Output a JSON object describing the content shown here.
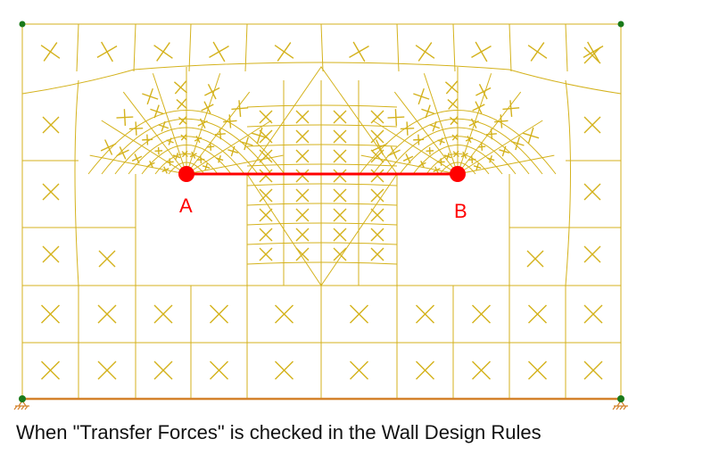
{
  "caption": "When \"Transfer Forces\" is checked in the Wall Design Rules",
  "points": {
    "a_label": "A",
    "b_label": "B"
  },
  "colors": {
    "mesh": "#d4b21c",
    "transfer_line": "#ff0000",
    "base": "#d4822c",
    "support_node": "#1a7a1a"
  }
}
